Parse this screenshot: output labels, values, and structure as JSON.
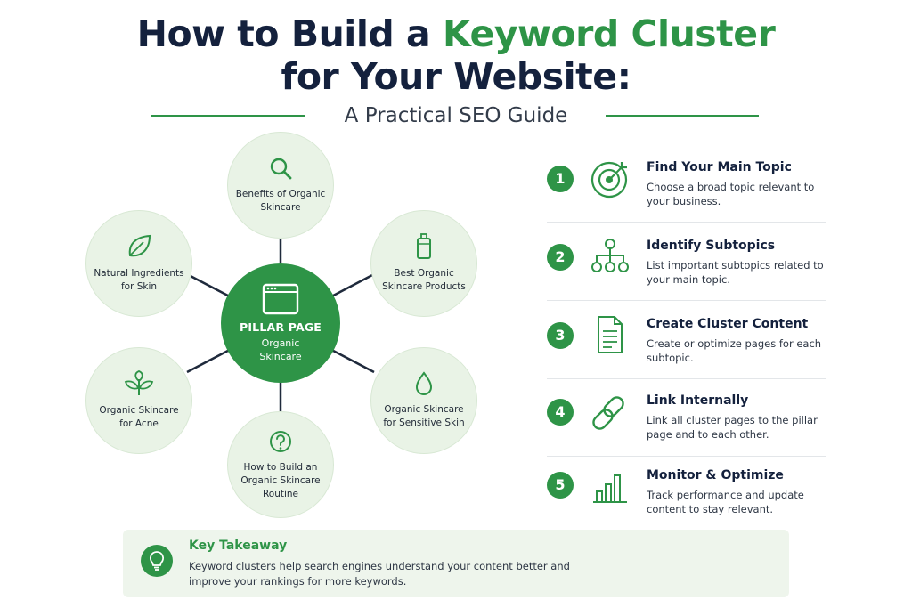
{
  "title": {
    "line1_prefix": "How to Build a ",
    "line1_accent": "Keyword Cluster",
    "line2": "for Your Website:"
  },
  "subtitle": "A Practical SEO Guide",
  "pillar": {
    "label": "PILLAR PAGE",
    "topic": "Organic Skincare",
    "icon": "browser-window-icon"
  },
  "cluster_nodes": [
    {
      "label": "Benefits of Organic Skincare",
      "icon": "magnifier-icon"
    },
    {
      "label": "Best Organic Skincare Products",
      "icon": "bottle-icon"
    },
    {
      "label": "Organic Skincare for Sensitive Skin",
      "icon": "droplet-icon"
    },
    {
      "label": "How to Build an Organic Skincare Routine",
      "icon": "question-icon"
    },
    {
      "label": "Organic Skincare for Acne",
      "icon": "sprout-icon"
    },
    {
      "label": "Natural Ingredients for Skin",
      "icon": "leaf-icon"
    }
  ],
  "steps": [
    {
      "number": "1",
      "title": "Find Your Main Topic",
      "desc": "Choose a broad topic relevant to your business.",
      "icon": "target-icon"
    },
    {
      "number": "2",
      "title": "Identify Subtopics",
      "desc": "List important subtopics related to your main topic.",
      "icon": "hierarchy-icon"
    },
    {
      "number": "3",
      "title": "Create Cluster Content",
      "desc": "Create or optimize pages for each subtopic.",
      "icon": "document-icon"
    },
    {
      "number": "4",
      "title": "Link Internally",
      "desc": "Link all cluster pages to the pillar page and to each other.",
      "icon": "chain-link-icon"
    },
    {
      "number": "5",
      "title": "Monitor & Optimize",
      "desc": "Track performance and update content to stay relevant.",
      "icon": "bar-chart-icon"
    }
  ],
  "takeaway": {
    "title": "Key Takeaway",
    "text": "Keyword clusters help search engines understand your content better and improve your rankings for more keywords.",
    "icon": "lightbulb-icon"
  },
  "colors": {
    "accent": "#2e9447",
    "heading": "#14213d",
    "node_fill": "#e9f3e6",
    "connector": "#1f2a3c"
  }
}
